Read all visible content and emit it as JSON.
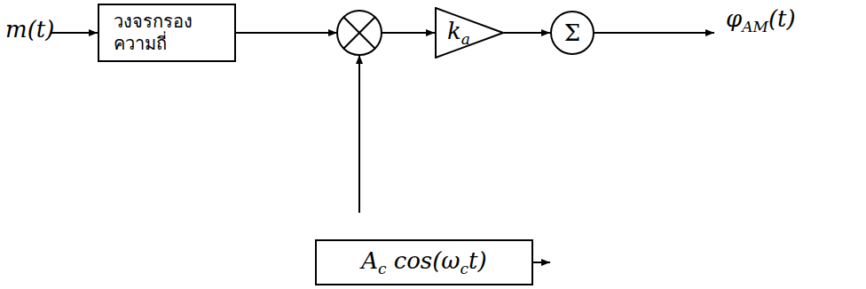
{
  "diagram": {
    "nodes": [
      {
        "text": [
          "วงจรกรอง ความถี่"
        ]
      },
      {
        "text": [
          "k",
          "a"
        ]
      },
      {
        "text": [
          "Σ"
        ]
      },
      {
        "text": [
          "A",
          "c",
          "cos(ω",
          "c",
          "t)"
        ]
      }
    ],
    "edges": [
      {
        "from": 1,
        "to": 2,
        "arrow": "to"
      },
      {
        "from": 3,
        "to": 2,
        "arrow": "to"
      }
    ],
    "labels": [
      "m(t)",
      "φ",
      "AM",
      "(t)"
    ]
  }
}
